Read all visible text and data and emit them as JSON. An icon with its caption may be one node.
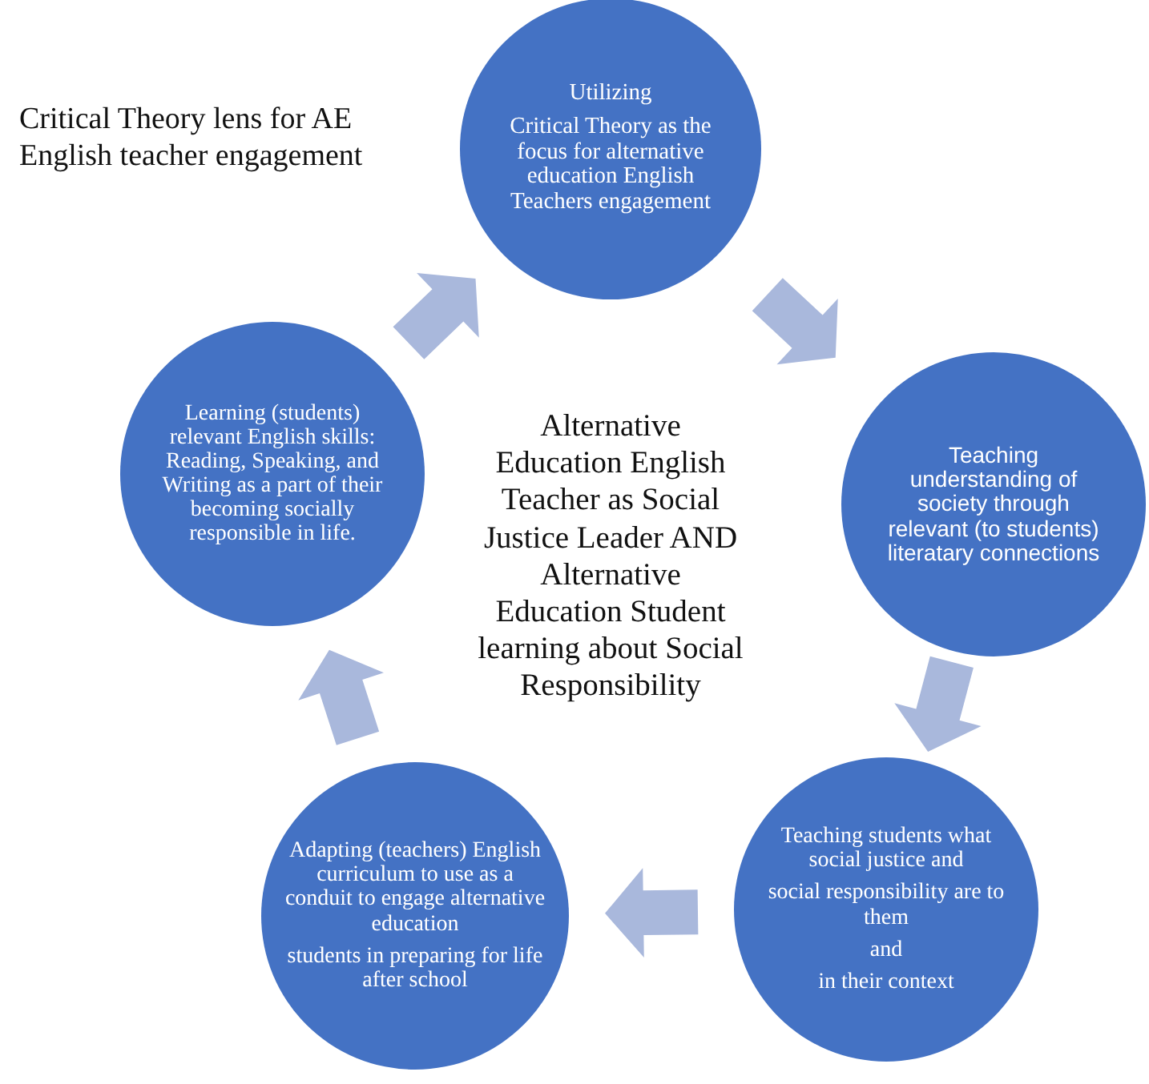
{
  "diagram": {
    "title": "Critical Theory lens for AE English teacher engagement",
    "nodes": [
      {
        "text": [
          "Utilizing",
          "Critical Theory as the focus for alternative education English  Teachers engagement"
        ]
      },
      {
        "text": [
          "Teaching understanding of society through relevant (to students) literatary connections"
        ]
      },
      {
        "text": [
          "Teaching students what social justice and",
          "social responsibility are to them",
          "and",
          "in their context"
        ]
      },
      {
        "text": [
          "Adapting (teachers) English curriculum to use as a conduit to engage alternative education",
          "students in preparing for life after school"
        ]
      },
      {
        "text": [
          "Learning (students) relevant English skills: Reading, Speaking, and Writing as a part of their becoming socially responsible in life."
        ]
      }
    ],
    "edges": [
      {
        "from": 0,
        "to": 1,
        "arrow": "to",
        "style": "thick"
      },
      {
        "from": 1,
        "to": 2,
        "arrow": "to",
        "style": "thick"
      },
      {
        "from": 2,
        "to": 3,
        "arrow": "to",
        "style": "thick"
      },
      {
        "from": 3,
        "to": 4,
        "arrow": "to",
        "style": "thick"
      },
      {
        "from": 4,
        "to": 0,
        "arrow": "to",
        "style": "thick"
      }
    ],
    "labels": [
      "Alternative Education English Teacher as Social Justice Leader AND Alternative Education Student learning about Social Responsibility"
    ]
  }
}
